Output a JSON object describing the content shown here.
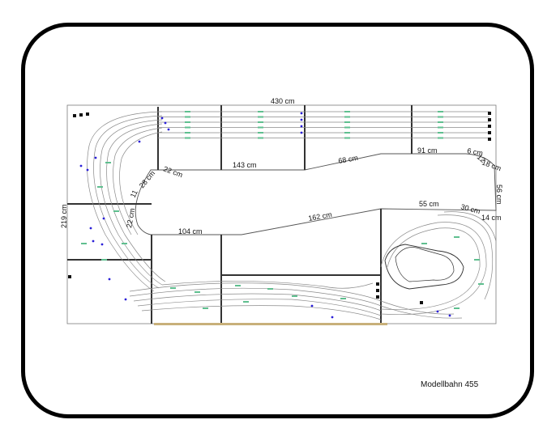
{
  "title": "Modellbahn 455",
  "dimensions": {
    "top_width": "430 cm",
    "left_height": "219 cm",
    "right_height": "56 cm",
    "upper_1": "143 cm",
    "upper_2": "68 cm",
    "upper_3": "91 cm",
    "upper_4": "6 cm",
    "upper_5": "12",
    "upper_6": "18 cm",
    "curve_1": "22 cm",
    "curve_2": "28 cm",
    "curve_3": "11",
    "curve_4": "22 cm",
    "middle_1": "104 cm",
    "middle_2": "162 cm",
    "middle_3": "55 cm",
    "middle_4": "30 cm",
    "middle_5": "14 cm"
  },
  "colors": {
    "frame": "#000000",
    "rail": "#8a8a8a",
    "sleeper": "#5fbf8f",
    "signal": "#2a1fd8",
    "outline": "#7a7a7a",
    "base": "#c8b07a"
  }
}
